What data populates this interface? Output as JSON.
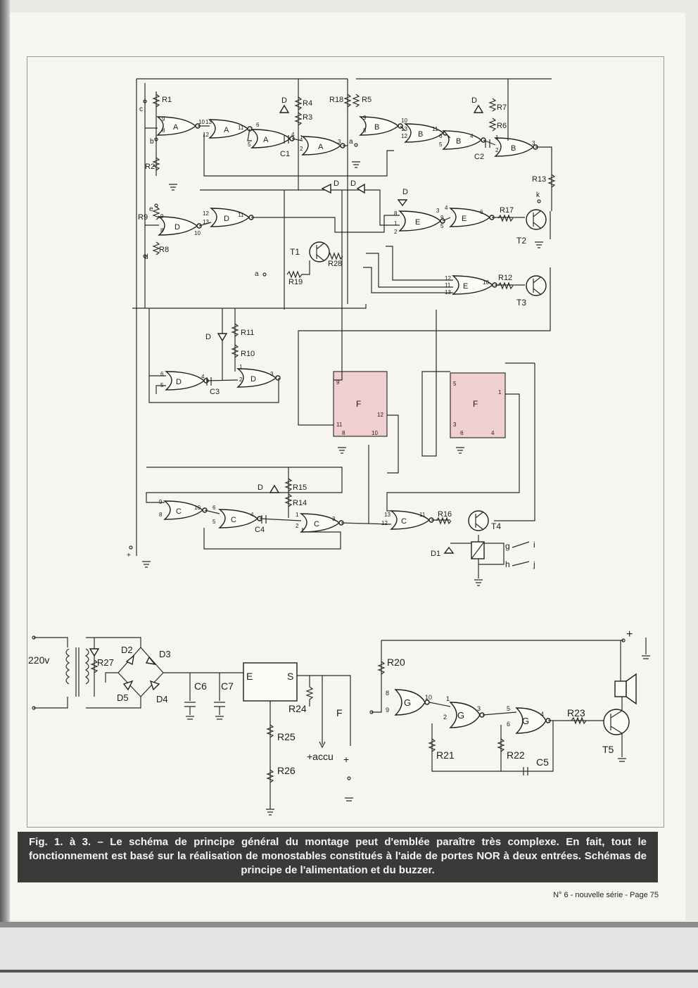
{
  "figure": {
    "caption": "Fig. 1. à 3. – Le schéma de principe général du montage peut d'emblée paraître très complexe. En fait, tout le fonctionnement est basé sur la réalisation de monostables constitués à l'aide de portes NOR à deux entrées. Schémas de principe de l'alimentation et du buzzer.",
    "page_ref": "N° 6 - nouvelle série - Page 75"
  },
  "gate_labels": {
    "A": "A",
    "B": "B",
    "C": "C",
    "D": "D",
    "E": "E",
    "F": "F",
    "G": "G"
  },
  "resistors": {
    "R1": "R1",
    "R2": "R2",
    "R3": "R3",
    "R4": "R4",
    "R5": "R5",
    "R6": "R6",
    "R7": "R7",
    "R8": "R8",
    "R9": "R9",
    "R10": "R10",
    "R11": "R11",
    "R12": "R12",
    "R13": "R13",
    "R14": "R14",
    "R15": "R15",
    "R16": "R16",
    "R17": "R17",
    "R18": "R18",
    "R19": "R19",
    "R20": "R20",
    "R21": "R21",
    "R22": "R22",
    "R23": "R23",
    "R24": "R24",
    "R25": "R25",
    "R26": "R26",
    "R27": "R27",
    "R28": "R28"
  },
  "capacitors": {
    "C1": "C1",
    "C2": "C2",
    "C3": "C3",
    "C4": "C4",
    "C5": "C5",
    "C6": "C6",
    "C7": "C7"
  },
  "transistors": {
    "T1": "T1",
    "T2": "T2",
    "T3": "T3",
    "T4": "T4",
    "T5": "T5"
  },
  "diodes": {
    "D": "D",
    "D1": "D1",
    "D2": "D2",
    "D3": "D3",
    "D4": "D4",
    "D5": "D5"
  },
  "terminals": {
    "a": "a",
    "b": "b",
    "c": "c",
    "d": "d",
    "e": "e",
    "g": "g",
    "h": "h",
    "i": "i",
    "j": "j",
    "k": "k",
    "plus": "+"
  },
  "power": {
    "mains": "220v",
    "reg_in": "E",
    "reg_out": "S",
    "fuse": "F",
    "accu": "+accu",
    "plus": "+"
  },
  "pins": {
    "p1": "1",
    "p2": "2",
    "p3": "3",
    "p4": "4",
    "p5": "5",
    "p6": "6",
    "p8": "8",
    "p9": "9",
    "p10": "10",
    "p11": "11",
    "p12": "12",
    "p13": "13"
  },
  "colors": {
    "ink": "#2a2a2a",
    "paper": "#f6f5f0",
    "ic_fill": "#efcfd0",
    "caption_bg": "#3a3a3a"
  }
}
